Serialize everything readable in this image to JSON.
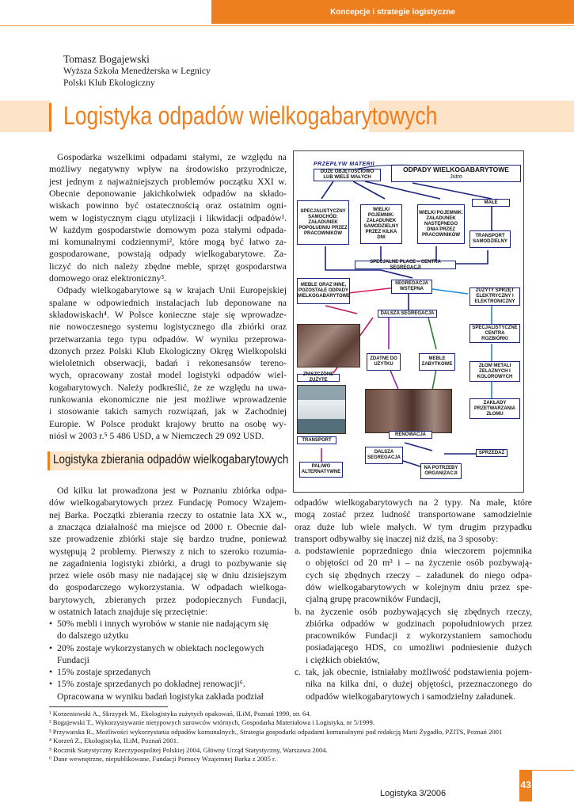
{
  "header": {
    "section": "Koncepcje i strategie logistyczne"
  },
  "author": {
    "name": "Tomasz Bogajewski",
    "affiliations": [
      "Wyższa Szkoła Menedżerska w Legnicy",
      "Polski Klub Ekologiczny"
    ]
  },
  "article": {
    "title": "Logistyka odpadów wielkogabarytowych",
    "col1_lines": [
      "Gospodarka wszelkimi odpadami stałymi, ze względu na",
      "możliwy negatywny wpływ na środowisko przyrodnicze,",
      "jest jednym z najważniejszych problemów początku XXI w.",
      "Obecnie deponowanie jakichkolwiek odpadów na składo-",
      "wiskach powinno być ostatecznością oraz ostatnim ogni-",
      "wem w logistycznym ciągu utylizacji i likwidacji odpadów¹.",
      "W każdym gospodarstwie domowym poza stałymi odpada-",
      "mi komunalnymi codziennymi², które mogą być łatwo za-",
      "gospodarowane, powstają odpady wielkogabarytowe. Za-",
      "liczyć do nich należy zbędne meble, sprzęt gospodarstwa",
      "domowego oraz elektroniczny³.",
      "Odpady wielkogabarytowe są w krajach Unii Europejskiej",
      "spalane w odpowiednich instalacjach lub deponowane na",
      "składowiskach⁴. W Polsce konieczne staje się wprowadze-",
      "nie nowoczesnego systemu logistycznego dla zbiórki oraz",
      "przetwarzania tego typu odpadów. W wyniku przeprowa-",
      "dzonych przez Polski Klub Ekologiczny Okręg Wielkopolski",
      "wieloletnich obserwacji, badań i rekonesansów tereno-",
      "wych, opracowany został model logistyki odpadów wiel-",
      "kogabarytowych. Należy podkreślić, że ze względu na uwa-",
      "runkowania ekonomiczne nie jest możliwe wprowadzenie",
      "i stosowanie takich samych rozwiązań, jak w Zachodniej",
      "Europie. W Polsce produkt krajowy brutto na osobę wy-",
      "niósł w 2003 r.⁵ 5 486 USD, a w Niemczech 29 092 USD."
    ],
    "section2_title": "Logistyka zbierania odpadów wielkogabarytowych",
    "col1b_lines": [
      "Od kilku lat prowadzona jest w Poznaniu zbiórka odpa-",
      "dów wielkogabarytowych przez Fundację Pomocy Wzajem-",
      "nej Barka. Początki zbierania rzeczy to ostatnie lata XX w.,",
      "a znacząca działalność ma miejsce od 2000 r. Obecnie dal-",
      "sze prowadzenie zbiórki staje się bardzo trudne, ponieważ",
      "występują 2 problemy. Pierwszy z nich to szeroko rozumia-",
      "ne zagadnienia logistyki zbiórki, a drugi to pozbywanie się",
      "przez wiele osób masy nie nadającej się w dniu dzisiejszym",
      "do gospodarczego wykorzystania. W odpadach wielkoga-",
      "barytowych, zbieranych przez podopiecznych Fundacji,",
      "w ostatnich latach znajduje się przeciętnie:"
    ],
    "bullets": [
      "50% mebli i innych wyrobów w stanie nie nadającym się",
      "do dalszego użytku",
      "20% zostaje wykorzystanych w obiektach noclegowych",
      "Fundacji",
      "15% zostaje sprzedanych",
      "15% zostaje sprzedanych po dokładnej renowacji⁶."
    ],
    "col1c": "Opracowana w wyniku badań logistyka zakłada podział",
    "col2_lines": [
      "odpadów wielkogabarytowych na 2 typy. Na małe, które",
      "mogą zostać przez ludność transportowane samodzielnie",
      "oraz duże lub wiele małych. W tym drugim przypadku",
      "transport odbywałby się inaczej niż dziś, na 3 sposoby:"
    ],
    "list": [
      {
        "m": "a.",
        "lines": [
          "podstawienie poprzedniego dnia wieczorem pojemnika",
          "o objętości od 20 m³ i – na życzenie osób pozbywają-",
          "cych się zbędnych rzeczy – załadunek do niego odpa-",
          "dów wielkogabarytowych w kolejnym dniu przez spe-",
          "cjalną grupę pracowników Fundacji,"
        ]
      },
      {
        "m": "b.",
        "lines": [
          "na życzenie osób pozbywających się zbędnych rzeczy,",
          "zbiórka odpadów w godzinach popołudniowych przez",
          "pracowników Fundacji z wykorzystaniem samochodu",
          "posiadającego HDS, co umożliwi podniesienie dużych",
          "i ciężkich obiektów,"
        ]
      },
      {
        "m": "c.",
        "lines": [
          "tak, jak obecnie, istniałaby możliwość podstawienia pojem-",
          "nika na kilka dni, o dużej objętości, przeznaczonego do",
          "odpadów wielkogabarytowych i samodzielny załadunek."
        ]
      }
    ]
  },
  "figure": {
    "flow_label": "PRZEPŁYW MATERII",
    "main_title": "ODPADY WIELKOGABARYTOWE",
    "main_sub": "Jutro",
    "boxes": [
      "DUŻE OBJĘTOŚCIOWO LUB WIELE MAŁYCH",
      "SPECJALISTYCZNY SAMOCHÓD: ZAŁADUNEK POPOŁUDNIU PRZEZ PRACOWNIKÓW",
      "WIELKI POJEMNIK: ZAŁADUNEK SAMODZIELNY PRZEZ KILKA DNI",
      "WIELKI POJEMNIK: ZAŁADUNEK NASTĘPNEGO DNIA PRZEZ PRACOWNIKÓW",
      "MAŁE",
      "TRANSPORT SAMODZIELNY",
      "SPECJALNE PLACE – CENTRA SEGREGACJI",
      "MEBLE ORAZ INNE, POZOSTAŁE ODPADY WIELKOGABARYTOWE",
      "SEGREGACJA WSTĘPNA",
      "ZUŻYTY SPRZĘT ELEKTRYCZNY I ELEKTRONICZNY",
      "DALSZA SEGREGACJA",
      "SPECJALISTYCZNE CENTRA ROZBIÓRKI",
      "ZNISZCZONE ZUŻYTE",
      "ZDATNE DO UŻYTKU",
      "MEBLE ZABYTKOWE",
      "ZŁOM METALI ŻELAZNYCH I KOLOROWYCH",
      "ZAKŁADY PRZETWARZANIA ZŁOMU",
      "TRANSPORT",
      "RENOWACJA",
      "PALIWO ALTERNATYWNE",
      "DALSZA SEGREGACJA",
      "SPRZEDAŻ",
      "NA POTRZEBY ORGANIZACJI"
    ]
  },
  "footnotes": [
    "¹ Korzeniowski A., Skrzypek M., Ekologistyka zużytych opakowań, ILiM, Poznań 1999, str. 64.",
    "² Bogajewski T., Wykorzystywanie nietypowych surowców wtórnych, Gospodarka Materiałowa i Logistyka, nr 5/1999.",
    "³ Przywarska R., Możliwości wykorzystania odpadów komunalnych., Strategia gospodarki odpadami komunalnymi pod redakcją Marii Żygadło, PZITS, Poznań 2001",
    "⁴ Korzeń Z., Ekologistyka, ILiM, Poznań 2001.",
    "⁵ Rocznik Statystyczny Rzeczypospolitej Polskiej 2004, Główny Urząd Statystyczny, Warszawa 2004.",
    "⁶ Dane wewnętrzne, niepublikowane, Fundacji Pomocy Wzajemnej Barka z 2005 r."
  ],
  "footer": {
    "journal": "Logistyka 3/2006",
    "page": "43"
  }
}
